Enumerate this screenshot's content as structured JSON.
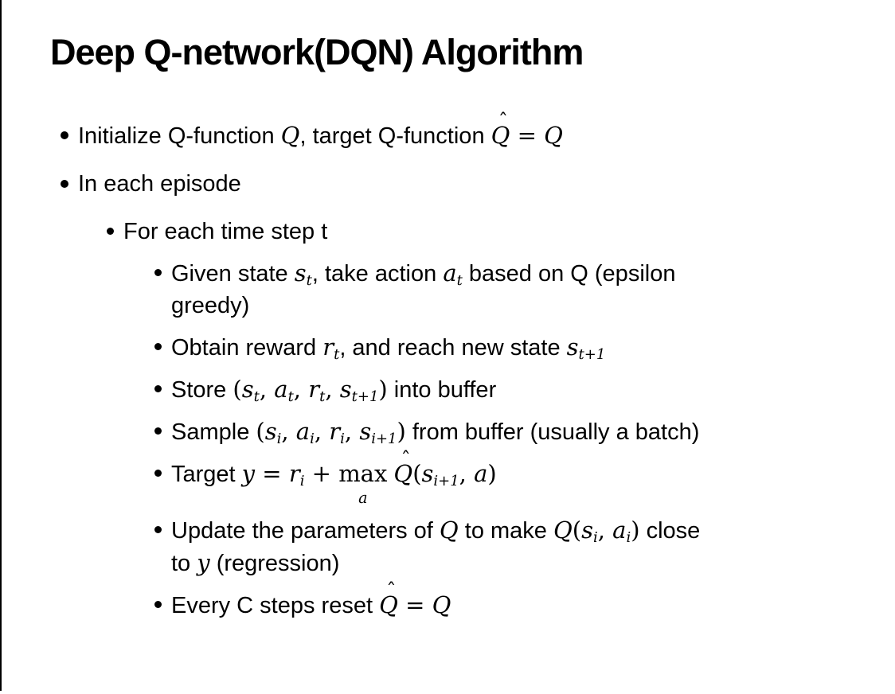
{
  "slide": {
    "title": "Deep Q-network(DQN) Algorithm",
    "colors": {
      "background": "#ffffff",
      "text": "#000000",
      "border_line": "#000000"
    },
    "bullets": [
      {
        "level": 1,
        "segments": [
          {
            "type": "t",
            "text": "Initialize Q-function "
          },
          {
            "type": "m",
            "text": "Q"
          },
          {
            "type": "t",
            "text": ", target Q-function "
          },
          {
            "type": "mh",
            "text": "Q"
          },
          {
            "type": "mo",
            "text": " = "
          },
          {
            "type": "m",
            "text": "Q"
          }
        ]
      },
      {
        "level": 1,
        "segments": [
          {
            "type": "t",
            "text": "In each episode"
          }
        ]
      },
      {
        "level": 2,
        "segments": [
          {
            "type": "t",
            "text": "For each time step t"
          }
        ]
      },
      {
        "level": 3,
        "segments": [
          {
            "type": "t",
            "text": "Given state "
          },
          {
            "type": "ms",
            "base": "s",
            "sub": "t"
          },
          {
            "type": "t",
            "text": ", take action "
          },
          {
            "type": "ms",
            "base": "a",
            "sub": "t"
          },
          {
            "type": "t",
            "text": " based on Q (epsilon"
          },
          {
            "type": "br"
          },
          {
            "type": "t",
            "text": "greedy)"
          }
        ]
      },
      {
        "level": 3,
        "segments": [
          {
            "type": "t",
            "text": "Obtain reward "
          },
          {
            "type": "ms",
            "base": "r",
            "sub": "t"
          },
          {
            "type": "t",
            "text": ", and reach new state "
          },
          {
            "type": "ms",
            "base": "s",
            "sub": "t+1"
          }
        ]
      },
      {
        "level": 3,
        "segments": [
          {
            "type": "t",
            "text": "Store "
          },
          {
            "type": "mo",
            "text": "("
          },
          {
            "type": "ms",
            "base": "s",
            "sub": "t"
          },
          {
            "type": "mo",
            "text": ", "
          },
          {
            "type": "ms",
            "base": "a",
            "sub": "t"
          },
          {
            "type": "mo",
            "text": ", "
          },
          {
            "type": "ms",
            "base": "r",
            "sub": "t"
          },
          {
            "type": "mo",
            "text": ", "
          },
          {
            "type": "ms",
            "base": "s",
            "sub": "t+1"
          },
          {
            "type": "mo",
            "text": ")"
          },
          {
            "type": "t",
            "text": " into buffer"
          }
        ]
      },
      {
        "level": 3,
        "segments": [
          {
            "type": "t",
            "text": "Sample "
          },
          {
            "type": "mo",
            "text": "("
          },
          {
            "type": "ms",
            "base": "s",
            "sub": "i"
          },
          {
            "type": "mo",
            "text": ", "
          },
          {
            "type": "ms",
            "base": "a",
            "sub": "i"
          },
          {
            "type": "mo",
            "text": ", "
          },
          {
            "type": "ms",
            "base": "r",
            "sub": "i"
          },
          {
            "type": "mo",
            "text": ", "
          },
          {
            "type": "ms",
            "base": "s",
            "sub": "i+1"
          },
          {
            "type": "mo",
            "text": ")"
          },
          {
            "type": "t",
            "text": " from buffer (usually a batch)"
          }
        ]
      },
      {
        "level": 3,
        "segments": [
          {
            "type": "t",
            "text": "Target "
          },
          {
            "type": "m",
            "text": "y"
          },
          {
            "type": "mo",
            "text": " = "
          },
          {
            "type": "ms",
            "base": "r",
            "sub": "i"
          },
          {
            "type": "mo",
            "text": " + "
          },
          {
            "type": "mx",
            "top": "max",
            "under": "a"
          },
          {
            "type": "t",
            "text": " "
          },
          {
            "type": "mh",
            "text": "Q"
          },
          {
            "type": "mo",
            "text": "("
          },
          {
            "type": "ms",
            "base": "s",
            "sub": "i+1"
          },
          {
            "type": "mo",
            "text": ", "
          },
          {
            "type": "m",
            "text": "a"
          },
          {
            "type": "mo",
            "text": ")"
          }
        ]
      },
      {
        "level": 3,
        "segments": [
          {
            "type": "t",
            "text": "Update the parameters of "
          },
          {
            "type": "m",
            "text": "Q"
          },
          {
            "type": "t",
            "text": " to make "
          },
          {
            "type": "m",
            "text": "Q"
          },
          {
            "type": "mo",
            "text": "("
          },
          {
            "type": "ms",
            "base": "s",
            "sub": "i"
          },
          {
            "type": "mo",
            "text": ", "
          },
          {
            "type": "ms",
            "base": "a",
            "sub": "i"
          },
          {
            "type": "mo",
            "text": ")"
          },
          {
            "type": "t",
            "text": " close"
          },
          {
            "type": "br"
          },
          {
            "type": "t",
            "text": "to "
          },
          {
            "type": "m",
            "text": "y"
          },
          {
            "type": "t",
            "text": " (regression)"
          }
        ]
      },
      {
        "level": 3,
        "segments": [
          {
            "type": "t",
            "text": "Every C steps reset "
          },
          {
            "type": "mh",
            "text": "Q"
          },
          {
            "type": "mo",
            "text": " = "
          },
          {
            "type": "m",
            "text": "Q"
          }
        ]
      }
    ]
  }
}
